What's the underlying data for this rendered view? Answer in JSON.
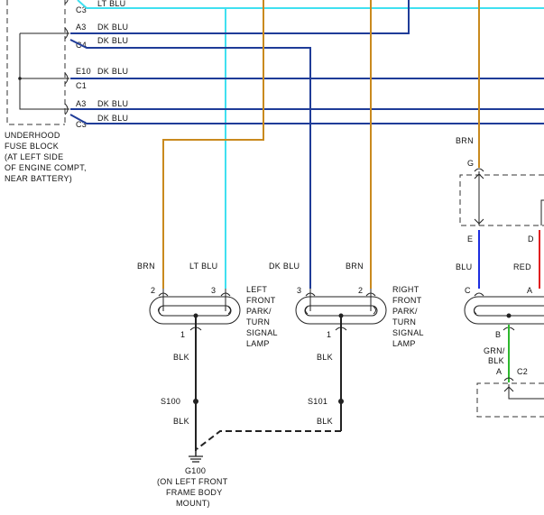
{
  "colors": {
    "lt_blu": "#40e0f0",
    "dk_blu": "#1f3c98",
    "brn": "#c98a1e",
    "blu": "#1d2ee0",
    "red": "#e02020",
    "grn_blk": "#2eb82e",
    "blk": "#222222"
  },
  "fuse_block": {
    "label_lines": [
      "UNDERHOOD",
      "FUSE BLOCK",
      "(AT LEFT SIDE",
      "OF ENGINE COMPT,",
      "NEAR BATTERY)"
    ],
    "rows": [
      {
        "pin": "",
        "conn": "C3",
        "wire": "LT BLU"
      },
      {
        "pin": "A3",
        "conn": "",
        "wire": "DK BLU"
      },
      {
        "pin": "",
        "conn": "C4",
        "wire": "DK BLU"
      },
      {
        "pin": "E10",
        "conn": "C1",
        "wire": "DK BLU"
      },
      {
        "pin": "A3",
        "conn": "",
        "wire": "DK BLU"
      },
      {
        "pin": "",
        "conn": "C3",
        "wire": "DK BLU"
      }
    ]
  },
  "lamp_left": {
    "wire1": "BRN",
    "wire2": "LT BLU",
    "pin_a": "2",
    "pin_b": "3",
    "pin_ground": "1",
    "label_lines": [
      "LEFT",
      "FRONT",
      "PARK/",
      "TURN",
      "SIGNAL",
      "LAMP"
    ],
    "ground_wire_1": "BLK",
    "splice": "S100",
    "ground_wire_2": "BLK"
  },
  "lamp_right": {
    "wire1": "DK BLU",
    "wire2": "BRN",
    "pin_a": "3",
    "pin_b": "2",
    "pin_ground": "1",
    "label_lines": [
      "RIGHT",
      "FRONT",
      "PARK/",
      "TURN",
      "SIGNAL",
      "LAMP"
    ],
    "ground_wire_1": "BLK",
    "splice": "S101",
    "ground_wire_2": "BLK"
  },
  "ground": {
    "label_lines": [
      "G100",
      "(ON LEFT FRONT",
      "FRAME BODY",
      "MOUNT)"
    ]
  },
  "right_side": {
    "top_wire": "BRN",
    "top_pin": "G",
    "pin_e": "E",
    "pin_d": "D",
    "wire_blu": "BLU",
    "wire_red": "RED",
    "pin_c": "C",
    "pin_a": "A",
    "pin_b": "B",
    "wire_grn_blk_1": "GRN/",
    "wire_grn_blk_2": "BLK",
    "pin_a2": "A",
    "conn_c2": "C2"
  }
}
